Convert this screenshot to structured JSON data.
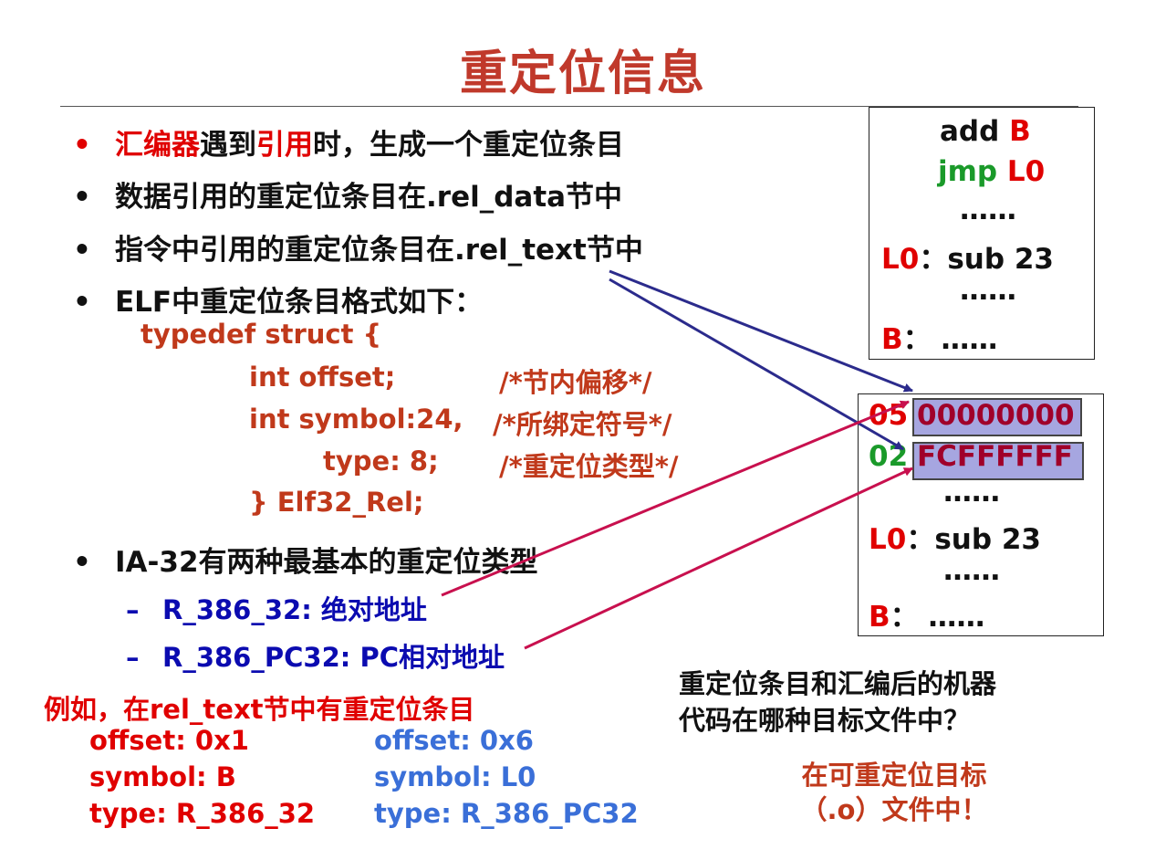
{
  "title": "重定位信息",
  "bullets": [
    {
      "parts": [
        {
          "text": "汇编器",
          "style": "red"
        },
        {
          "text": "遇到",
          "style": "black"
        },
        {
          "text": "引用",
          "style": "red"
        },
        {
          "text": "时，生成一个重定位条目",
          "style": "black"
        }
      ]
    },
    {
      "text": "数据引用的重定位条目在.rel_data节中"
    },
    {
      "text": "指令中引用的重定位条目在.rel_text节中"
    },
    {
      "text": "ELF中重定位条目格式如下："
    }
  ],
  "bullet_char": "•",
  "code": {
    "line1": "typedef  struct {",
    "line2a": "int  offset;",
    "line2b": "/*节内偏移*/",
    "line3a": "int  symbol:24,",
    "line3b": "/*所绑定符号*/",
    "line4a": "type: 8;",
    "line4b": "/*重定位类型*/",
    "line5": "} Elf32_Rel;"
  },
  "bullet5": "IA-32有两种最基本的重定位类型",
  "sub_dash": "–",
  "subs": [
    "R_386_32: 绝对地址",
    "R_386_PC32: PC相对地址"
  ],
  "example": {
    "heading": "例如，在rel_text节中有重定位条目",
    "left": [
      "offset: 0x1",
      "symbol: B",
      "type:  R_386_32"
    ],
    "right": [
      "offset: 0x6",
      "symbol: L0",
      "type:  R_386_PC32"
    ]
  },
  "source_box": {
    "l1a": "add ",
    "l1b": "B",
    "l2a": "jmp ",
    "l2b": "L0",
    "dots1": "……",
    "l4a": "L0",
    "l4b": "：sub 23",
    "dots2": "……",
    "l6a": "B",
    "l6b": "：   ……"
  },
  "machine_box": {
    "op1": "05",
    "val1": "00000000",
    "op2": "02",
    "val2": "FCFFFFFF",
    "dots1": "……",
    "l4a": "L0",
    "l4b": "：sub 23",
    "dots2": "……",
    "l6a": "B",
    "l6b": "：   ……"
  },
  "question": [
    "重定位条目和汇编后的机器",
    "代码在哪种目标文件中？"
  ],
  "answer": [
    "在可重定位目标",
    "（.o）文件中！"
  ],
  "colors": {
    "title": "#c0392b",
    "red": "#e00000",
    "code": "#c0391b",
    "sub_blue": "#0b0bb0",
    "example_blue": "#3a6fd8",
    "green": "#1a9a2a",
    "navy_arrow": "#2b2b8c",
    "crimson_arrow": "#c8104e",
    "cell_fill": "#a6a6e0"
  }
}
